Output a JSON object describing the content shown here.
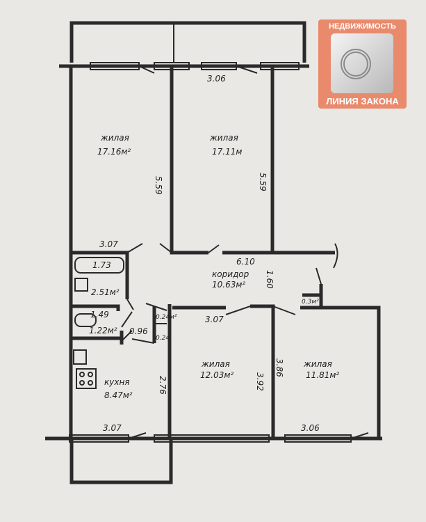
{
  "logo": {
    "top_text": "НЕДВИЖИМОСТЬ",
    "bottom_text": "ЛИНИЯ ЗАКОНА"
  },
  "rooms": {
    "living1": {
      "name": "жилая",
      "area": "17.16м²"
    },
    "living2": {
      "name": "жилая",
      "area": "17.11м"
    },
    "living3": {
      "name": "жилая",
      "area": "12.03м²"
    },
    "living4": {
      "name": "жилая",
      "area": "11.81м²"
    },
    "corridor": {
      "name": "коридор",
      "area": "10.63м²"
    },
    "kitchen": {
      "name": "кухня",
      "area": "8.47м²"
    },
    "bathroom": {
      "area": "2.51м²"
    },
    "toilet": {
      "area": "1.22м²"
    },
    "closet": {
      "area": "0.3м²"
    },
    "closet_a": {
      "area": "0.24м²"
    },
    "closet_b": {
      "area": "0.24"
    }
  },
  "dimensions": {
    "top": "3.06",
    "living1_depth": "5.59",
    "living2_depth": "5.59",
    "bath_width": "3.07",
    "bathtub": "1.73",
    "corridor_len": "6.10",
    "corridor_width": "1.60",
    "toilet_len": "1.49",
    "door": "0.96",
    "living3_width": "3.07",
    "living3_depth": "3.92",
    "living4_depth": "3.86",
    "kitchen_depth": "2.76",
    "bottom_left": "3.07",
    "bottom_right": "3.06"
  }
}
